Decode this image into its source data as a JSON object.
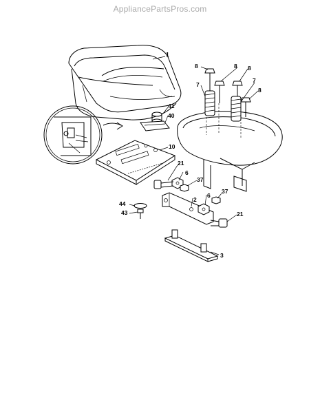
{
  "watermark": "AppliancePartsPros.com",
  "callouts": [
    {
      "id": "c1",
      "label": "1"
    },
    {
      "id": "c2",
      "label": "2"
    },
    {
      "id": "c3",
      "label": "3"
    },
    {
      "id": "c6a",
      "label": "6"
    },
    {
      "id": "c6b",
      "label": "6"
    },
    {
      "id": "c7a",
      "label": "7"
    },
    {
      "id": "c7b",
      "label": "7"
    },
    {
      "id": "c8a",
      "label": "8"
    },
    {
      "id": "c8b",
      "label": "8"
    },
    {
      "id": "c8c",
      "label": "8"
    },
    {
      "id": "c8d",
      "label": "8"
    },
    {
      "id": "c10",
      "label": "10"
    },
    {
      "id": "c21a",
      "label": "21"
    },
    {
      "id": "c21b",
      "label": "21"
    },
    {
      "id": "c37a",
      "label": "37"
    },
    {
      "id": "c37b",
      "label": "37"
    },
    {
      "id": "c40",
      "label": "40"
    },
    {
      "id": "c41",
      "label": "41"
    },
    {
      "id": "c43",
      "label": "43"
    },
    {
      "id": "c44",
      "label": "44"
    }
  ]
}
